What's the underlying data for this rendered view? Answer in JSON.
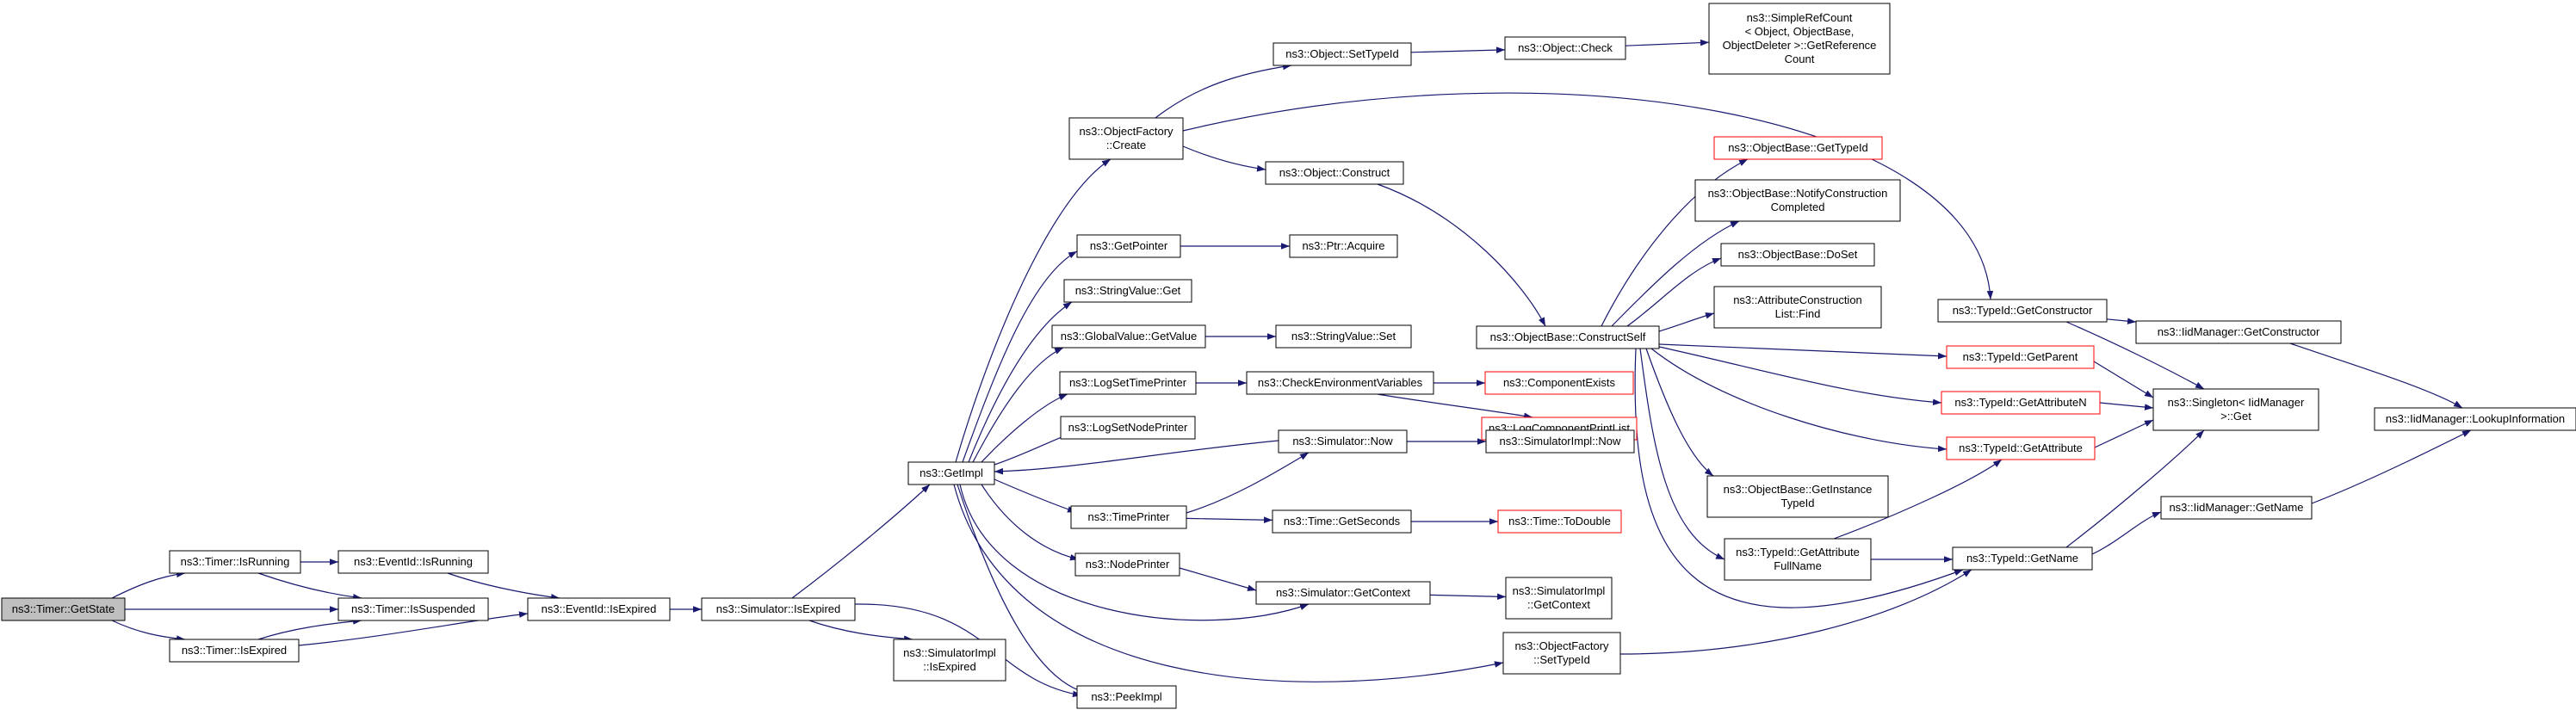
{
  "diagram": {
    "colors": {
      "edge": "#191970",
      "node_border": "#000000",
      "node_border_truncated": "#ff0000",
      "node_fill": "#ffffff",
      "root_fill": "#bfbfbf"
    },
    "nodes": [
      {
        "id": "getstate",
        "lines": [
          "ns3::Timer::GetState"
        ],
        "style": "root"
      },
      {
        "id": "isrunning",
        "lines": [
          "ns3::Timer::IsRunning"
        ]
      },
      {
        "id": "issuspended",
        "lines": [
          "ns3::Timer::IsSuspended"
        ]
      },
      {
        "id": "isexpired",
        "lines": [
          "ns3::Timer::IsExpired"
        ]
      },
      {
        "id": "eid_isrunning",
        "lines": [
          "ns3::EventId::IsRunning"
        ]
      },
      {
        "id": "eid_isexpired",
        "lines": [
          "ns3::EventId::IsExpired"
        ]
      },
      {
        "id": "sim_isexpired",
        "lines": [
          "ns3::Simulator::IsExpired"
        ]
      },
      {
        "id": "simimpl_isexpired",
        "lines": [
          "ns3::SimulatorImpl",
          "::IsExpired"
        ]
      },
      {
        "id": "getimpl",
        "lines": [
          "ns3::GetImpl"
        ]
      },
      {
        "id": "peekimpl",
        "lines": [
          "ns3::PeekImpl"
        ]
      },
      {
        "id": "objfactory_create",
        "lines": [
          "ns3::ObjectFactory",
          "::Create"
        ]
      },
      {
        "id": "getpointer",
        "lines": [
          "ns3::GetPointer"
        ]
      },
      {
        "id": "stringvalue_get",
        "lines": [
          "ns3::StringValue::Get"
        ]
      },
      {
        "id": "globalvalue_getvalue",
        "lines": [
          "ns3::GlobalValue::GetValue"
        ]
      },
      {
        "id": "logsettimeprinter",
        "lines": [
          "ns3::LogSetTimePrinter"
        ]
      },
      {
        "id": "logsetnodeprinter",
        "lines": [
          "ns3::LogSetNodePrinter"
        ]
      },
      {
        "id": "timeprinter",
        "lines": [
          "ns3::TimePrinter"
        ]
      },
      {
        "id": "nodeprinter",
        "lines": [
          "ns3::NodePrinter"
        ]
      },
      {
        "id": "object_settypeid",
        "lines": [
          "ns3::Object::SetTypeId"
        ]
      },
      {
        "id": "object_construct",
        "lines": [
          "ns3::Object::Construct"
        ]
      },
      {
        "id": "ptr_acquire",
        "lines": [
          "ns3::Ptr::Acquire"
        ]
      },
      {
        "id": "stringvalue_set",
        "lines": [
          "ns3::StringValue::Set"
        ]
      },
      {
        "id": "checkenvvars",
        "lines": [
          "ns3::CheckEnvironmentVariables"
        ]
      },
      {
        "id": "sim_now",
        "lines": [
          "ns3::Simulator::Now"
        ]
      },
      {
        "id": "time_getseconds",
        "lines": [
          "ns3::Time::GetSeconds"
        ]
      },
      {
        "id": "sim_getcontext",
        "lines": [
          "ns3::Simulator::GetContext"
        ]
      },
      {
        "id": "objfactory_settypeid",
        "lines": [
          "ns3::ObjectFactory",
          "::SetTypeId"
        ]
      },
      {
        "id": "object_check",
        "lines": [
          "ns3::Object::Check"
        ]
      },
      {
        "id": "objbase_constructself",
        "lines": [
          "ns3::ObjectBase::ConstructSelf"
        ]
      },
      {
        "id": "componentexists",
        "lines": [
          "ns3::ComponentExists"
        ],
        "style": "truncated"
      },
      {
        "id": "logcomponentprintlist",
        "lines": [
          "ns3::LogComponentPrintList"
        ],
        "style": "truncated"
      },
      {
        "id": "simimpl_now",
        "lines": [
          "ns3::SimulatorImpl::Now"
        ]
      },
      {
        "id": "time_todouble",
        "lines": [
          "ns3::Time::ToDouble"
        ],
        "style": "truncated"
      },
      {
        "id": "simimpl_getcontext",
        "lines": [
          "ns3::SimulatorImpl",
          "::GetContext"
        ]
      },
      {
        "id": "simplerefcount",
        "lines": [
          "ns3::SimpleRefCount",
          "< Object, ObjectBase,",
          " ObjectDeleter >::GetReference",
          "Count"
        ]
      },
      {
        "id": "objbase_gettypeid",
        "lines": [
          "ns3::ObjectBase::GetTypeId"
        ],
        "style": "truncated"
      },
      {
        "id": "objbase_notify",
        "lines": [
          "ns3::ObjectBase::NotifyConstruction",
          "Completed"
        ]
      },
      {
        "id": "objbase_doset",
        "lines": [
          "ns3::ObjectBase::DoSet"
        ]
      },
      {
        "id": "attrconstr_find",
        "lines": [
          "ns3::AttributeConstruction",
          "List::Find"
        ]
      },
      {
        "id": "objbase_getinstancetypeid",
        "lines": [
          "ns3::ObjectBase::GetInstance",
          "TypeId"
        ]
      },
      {
        "id": "typeid_getattrfullname",
        "lines": [
          "ns3::TypeId::GetAttribute",
          "FullName"
        ]
      },
      {
        "id": "typeid_getconstructor",
        "lines": [
          "ns3::TypeId::GetConstructor"
        ]
      },
      {
        "id": "typeid_getparent",
        "lines": [
          "ns3::TypeId::GetParent"
        ],
        "style": "truncated"
      },
      {
        "id": "typeid_getattributen",
        "lines": [
          "ns3::TypeId::GetAttributeN"
        ],
        "style": "truncated"
      },
      {
        "id": "typeid_getattribute",
        "lines": [
          "ns3::TypeId::GetAttribute"
        ],
        "style": "truncated"
      },
      {
        "id": "typeid_getname",
        "lines": [
          "ns3::TypeId::GetName"
        ]
      },
      {
        "id": "iidmanager_getconstructor",
        "lines": [
          "ns3::IidManager::GetConstructor"
        ]
      },
      {
        "id": "singleton_get",
        "lines": [
          "ns3::Singleton< IidManager",
          " >::Get"
        ]
      },
      {
        "id": "iidmanager_getname",
        "lines": [
          "ns3::IidManager::GetName"
        ]
      },
      {
        "id": "iidmanager_lookupinfo",
        "lines": [
          "ns3::IidManager::LookupInformation"
        ]
      }
    ],
    "edges": [
      [
        "getstate",
        "isrunning"
      ],
      [
        "getstate",
        "issuspended"
      ],
      [
        "getstate",
        "isexpired"
      ],
      [
        "isrunning",
        "issuspended"
      ],
      [
        "isrunning",
        "eid_isrunning"
      ],
      [
        "isexpired",
        "issuspended"
      ],
      [
        "isexpired",
        "eid_isexpired"
      ],
      [
        "eid_isrunning",
        "eid_isexpired"
      ],
      [
        "eid_isexpired",
        "sim_isexpired"
      ],
      [
        "sim_isexpired",
        "getimpl"
      ],
      [
        "sim_isexpired",
        "simimpl_isexpired"
      ],
      [
        "sim_isexpired",
        "peekimpl"
      ],
      [
        "getimpl",
        "objfactory_create"
      ],
      [
        "getimpl",
        "getpointer"
      ],
      [
        "getimpl",
        "stringvalue_get"
      ],
      [
        "getimpl",
        "globalvalue_getvalue"
      ],
      [
        "getimpl",
        "logsettimeprinter"
      ],
      [
        "getimpl",
        "logsetnodeprinter"
      ],
      [
        "getimpl",
        "timeprinter"
      ],
      [
        "getimpl",
        "nodeprinter"
      ],
      [
        "getimpl",
        "sim_getcontext"
      ],
      [
        "getimpl",
        "objfactory_settypeid"
      ],
      [
        "getimpl",
        "peekimpl"
      ],
      [
        "sim_now",
        "getimpl"
      ],
      [
        "objfactory_create",
        "object_settypeid"
      ],
      [
        "objfactory_create",
        "object_construct"
      ],
      [
        "objfactory_create",
        "typeid_getconstructor"
      ],
      [
        "getpointer",
        "ptr_acquire"
      ],
      [
        "globalvalue_getvalue",
        "stringvalue_set"
      ],
      [
        "logsettimeprinter",
        "checkenvvars"
      ],
      [
        "checkenvvars",
        "componentexists"
      ],
      [
        "checkenvvars",
        "logcomponentprintlist"
      ],
      [
        "timeprinter",
        "sim_now"
      ],
      [
        "timeprinter",
        "time_getseconds"
      ],
      [
        "nodeprinter",
        "sim_getcontext"
      ],
      [
        "sim_now",
        "simimpl_now"
      ],
      [
        "time_getseconds",
        "time_todouble"
      ],
      [
        "sim_getcontext",
        "simimpl_getcontext"
      ],
      [
        "object_settypeid",
        "object_check"
      ],
      [
        "object_check",
        "simplerefcount"
      ],
      [
        "object_construct",
        "objbase_constructself"
      ],
      [
        "objbase_constructself",
        "objbase_gettypeid"
      ],
      [
        "objbase_constructself",
        "objbase_notify"
      ],
      [
        "objbase_constructself",
        "objbase_doset"
      ],
      [
        "objbase_constructself",
        "attrconstr_find"
      ],
      [
        "objbase_constructself",
        "typeid_getparent"
      ],
      [
        "objbase_constructself",
        "typeid_getattributen"
      ],
      [
        "objbase_constructself",
        "typeid_getattribute"
      ],
      [
        "objbase_constructself",
        "objbase_getinstancetypeid"
      ],
      [
        "objbase_constructself",
        "typeid_getattrfullname"
      ],
      [
        "objbase_constructself",
        "typeid_getname"
      ],
      [
        "objfactory_settypeid",
        "typeid_getname"
      ],
      [
        "typeid_getattrfullname",
        "typeid_getattribute"
      ],
      [
        "typeid_getattrfullname",
        "typeid_getname"
      ],
      [
        "typeid_getconstructor",
        "iidmanager_getconstructor"
      ],
      [
        "typeid_getconstructor",
        "singleton_get"
      ],
      [
        "typeid_getparent",
        "singleton_get"
      ],
      [
        "typeid_getattributen",
        "singleton_get"
      ],
      [
        "typeid_getattribute",
        "singleton_get"
      ],
      [
        "typeid_getname",
        "singleton_get"
      ],
      [
        "typeid_getname",
        "iidmanager_getname"
      ],
      [
        "iidmanager_getconstructor",
        "iidmanager_lookupinfo"
      ],
      [
        "iidmanager_getname",
        "iidmanager_lookupinfo"
      ]
    ]
  }
}
